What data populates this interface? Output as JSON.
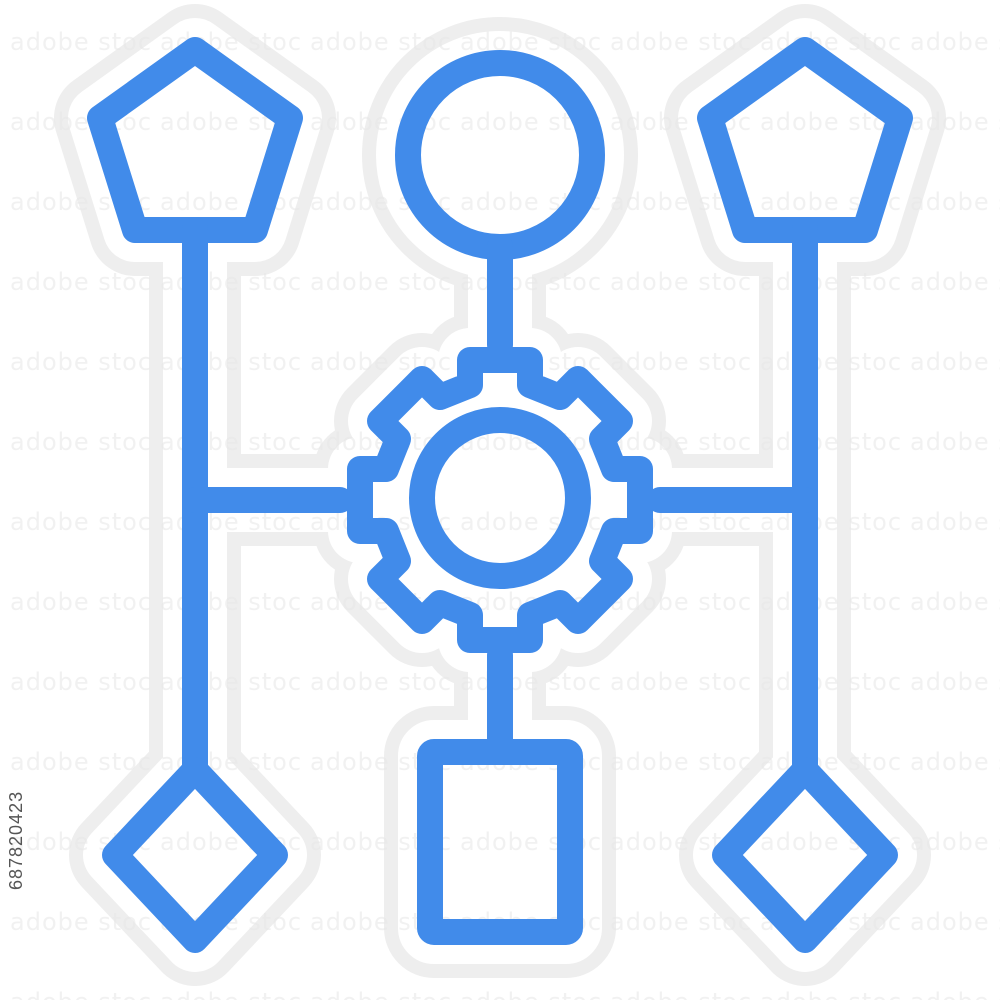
{
  "watermark": {
    "text": "adobe stock"
  },
  "side_id": {
    "text": "687820423"
  },
  "icon": {
    "name": "workflow-process-gear-icon",
    "colors": {
      "stroke": "#418BEA",
      "outline": "#EEEEEE",
      "background": "#FFFFFF"
    },
    "shapes": [
      "pentagon-left",
      "circle-top",
      "pentagon-right",
      "gear-center",
      "diamond-left",
      "rectangle-bottom",
      "diamond-right"
    ]
  }
}
